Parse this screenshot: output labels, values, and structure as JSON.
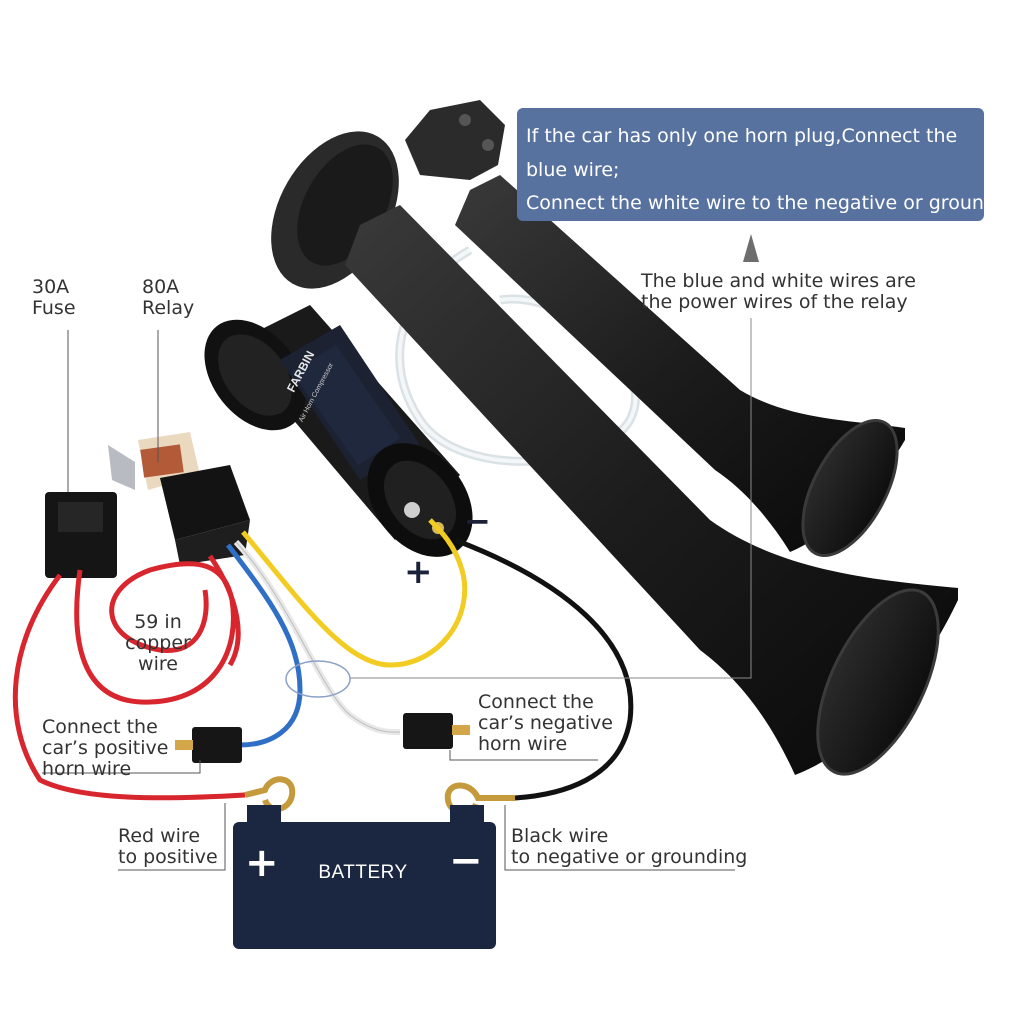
{
  "callout": {
    "lines": [
      "If the car has only one horn plug,Connect the",
      "blue wire;",
      "Connect the white wire to the negative or ground."
    ]
  },
  "labels": {
    "fuse": "30A\nFuse",
    "relay": "80A\nRelay",
    "power_wires": "The blue and white wires are\nthe power wires of the relay",
    "copper_wire": "59 in\ncopper wire",
    "positive_horn": "Connect the\ncar’s positive\nhorn wire",
    "negative_horn": "Connect the\ncar’s negative\nhorn wire",
    "red_wire": "Red wire\nto positive",
    "black_wire": "Black wire\nto negative or grounding"
  },
  "battery": {
    "label": "BATTERY",
    "plus": "+",
    "minus": "−"
  },
  "compressor": {
    "plus": "+",
    "minus": "−",
    "brand": "FARBIN",
    "subtitle": "Air Horn Compressor"
  },
  "colors": {
    "callout_bg": "#5872a0",
    "battery_bg": "#1b2640",
    "red_wire": "#d8262e",
    "blue_wire": "#2f6fc6",
    "yellow_wire": "#f2cc22",
    "black_wire": "#111111",
    "horn_body": "#1e1e1e"
  }
}
